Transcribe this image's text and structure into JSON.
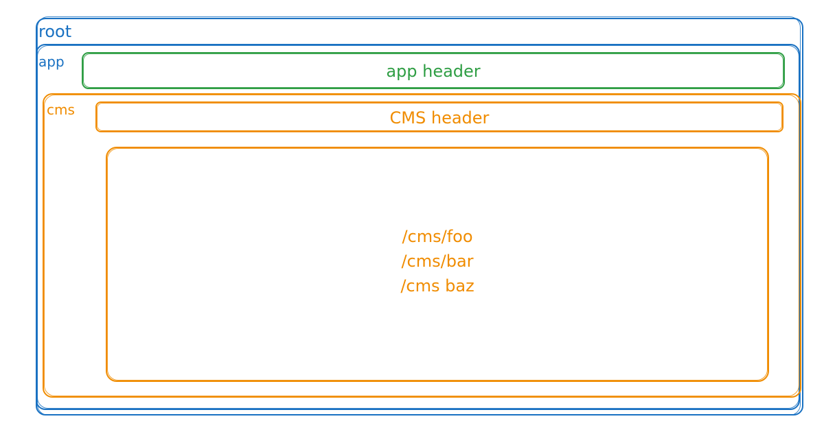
{
  "diagram": {
    "root": {
      "label": "root",
      "color": "#1971c2"
    },
    "app": {
      "label": "app",
      "color": "#1971c2",
      "header": {
        "label": "app header",
        "color": "#2f9e44"
      }
    },
    "cms": {
      "label": "cms",
      "color": "#f08c00",
      "header": {
        "label": "CMS header"
      },
      "content": {
        "routes": [
          "/cms/foo",
          "/cms/bar",
          "/cms baz"
        ]
      }
    }
  }
}
